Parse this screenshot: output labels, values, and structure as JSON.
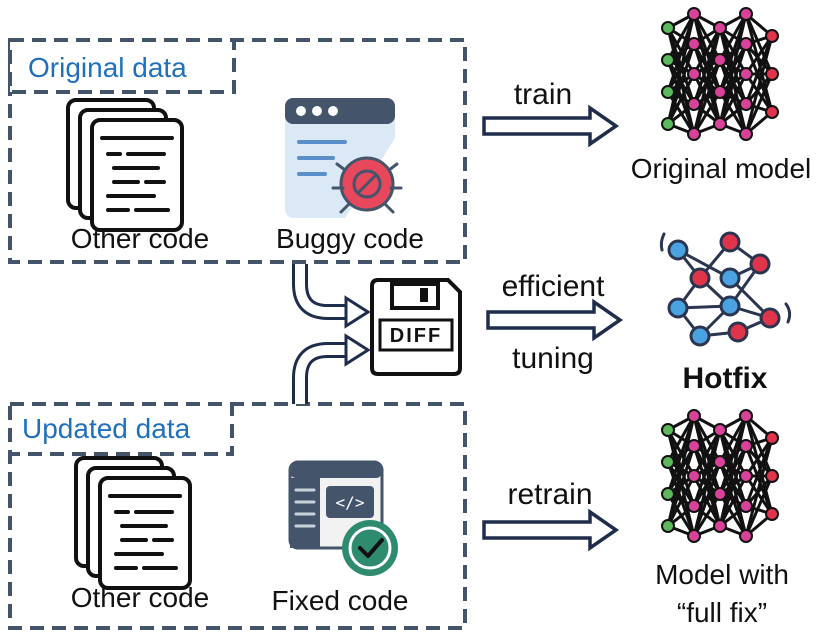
{
  "original_box": {
    "title": "Original data",
    "left_item": "Other code",
    "right_item": "Buggy code"
  },
  "updated_box": {
    "title": "Updated data",
    "left_item": "Other code",
    "right_item": "Fixed code"
  },
  "arrows": {
    "train": "train",
    "efficient": "efficient",
    "tuning": "tuning",
    "retrain": "retrain"
  },
  "diff_label": "DIFF",
  "models": {
    "original": "Original model",
    "hotfix": "Hotfix",
    "full_fix_line1": "Model with",
    "full_fix_line2": "“full fix”"
  },
  "colors": {
    "title_blue": "#1f6fbf",
    "dashed_border": "#44546a",
    "arrow_navy": "#1f2d4d",
    "node_pink": "#d9429a",
    "node_green": "#5cb85c",
    "node_red": "#e0344a",
    "node_blue": "#4aa3e0",
    "bug_red": "#e8485c",
    "check_green": "#2e8b6f"
  },
  "icons": [
    "code-doc-stack-icon",
    "buggy-window-icon",
    "diff-floppy-icon",
    "fixed-code-window-icon",
    "neural-network-icon"
  ]
}
